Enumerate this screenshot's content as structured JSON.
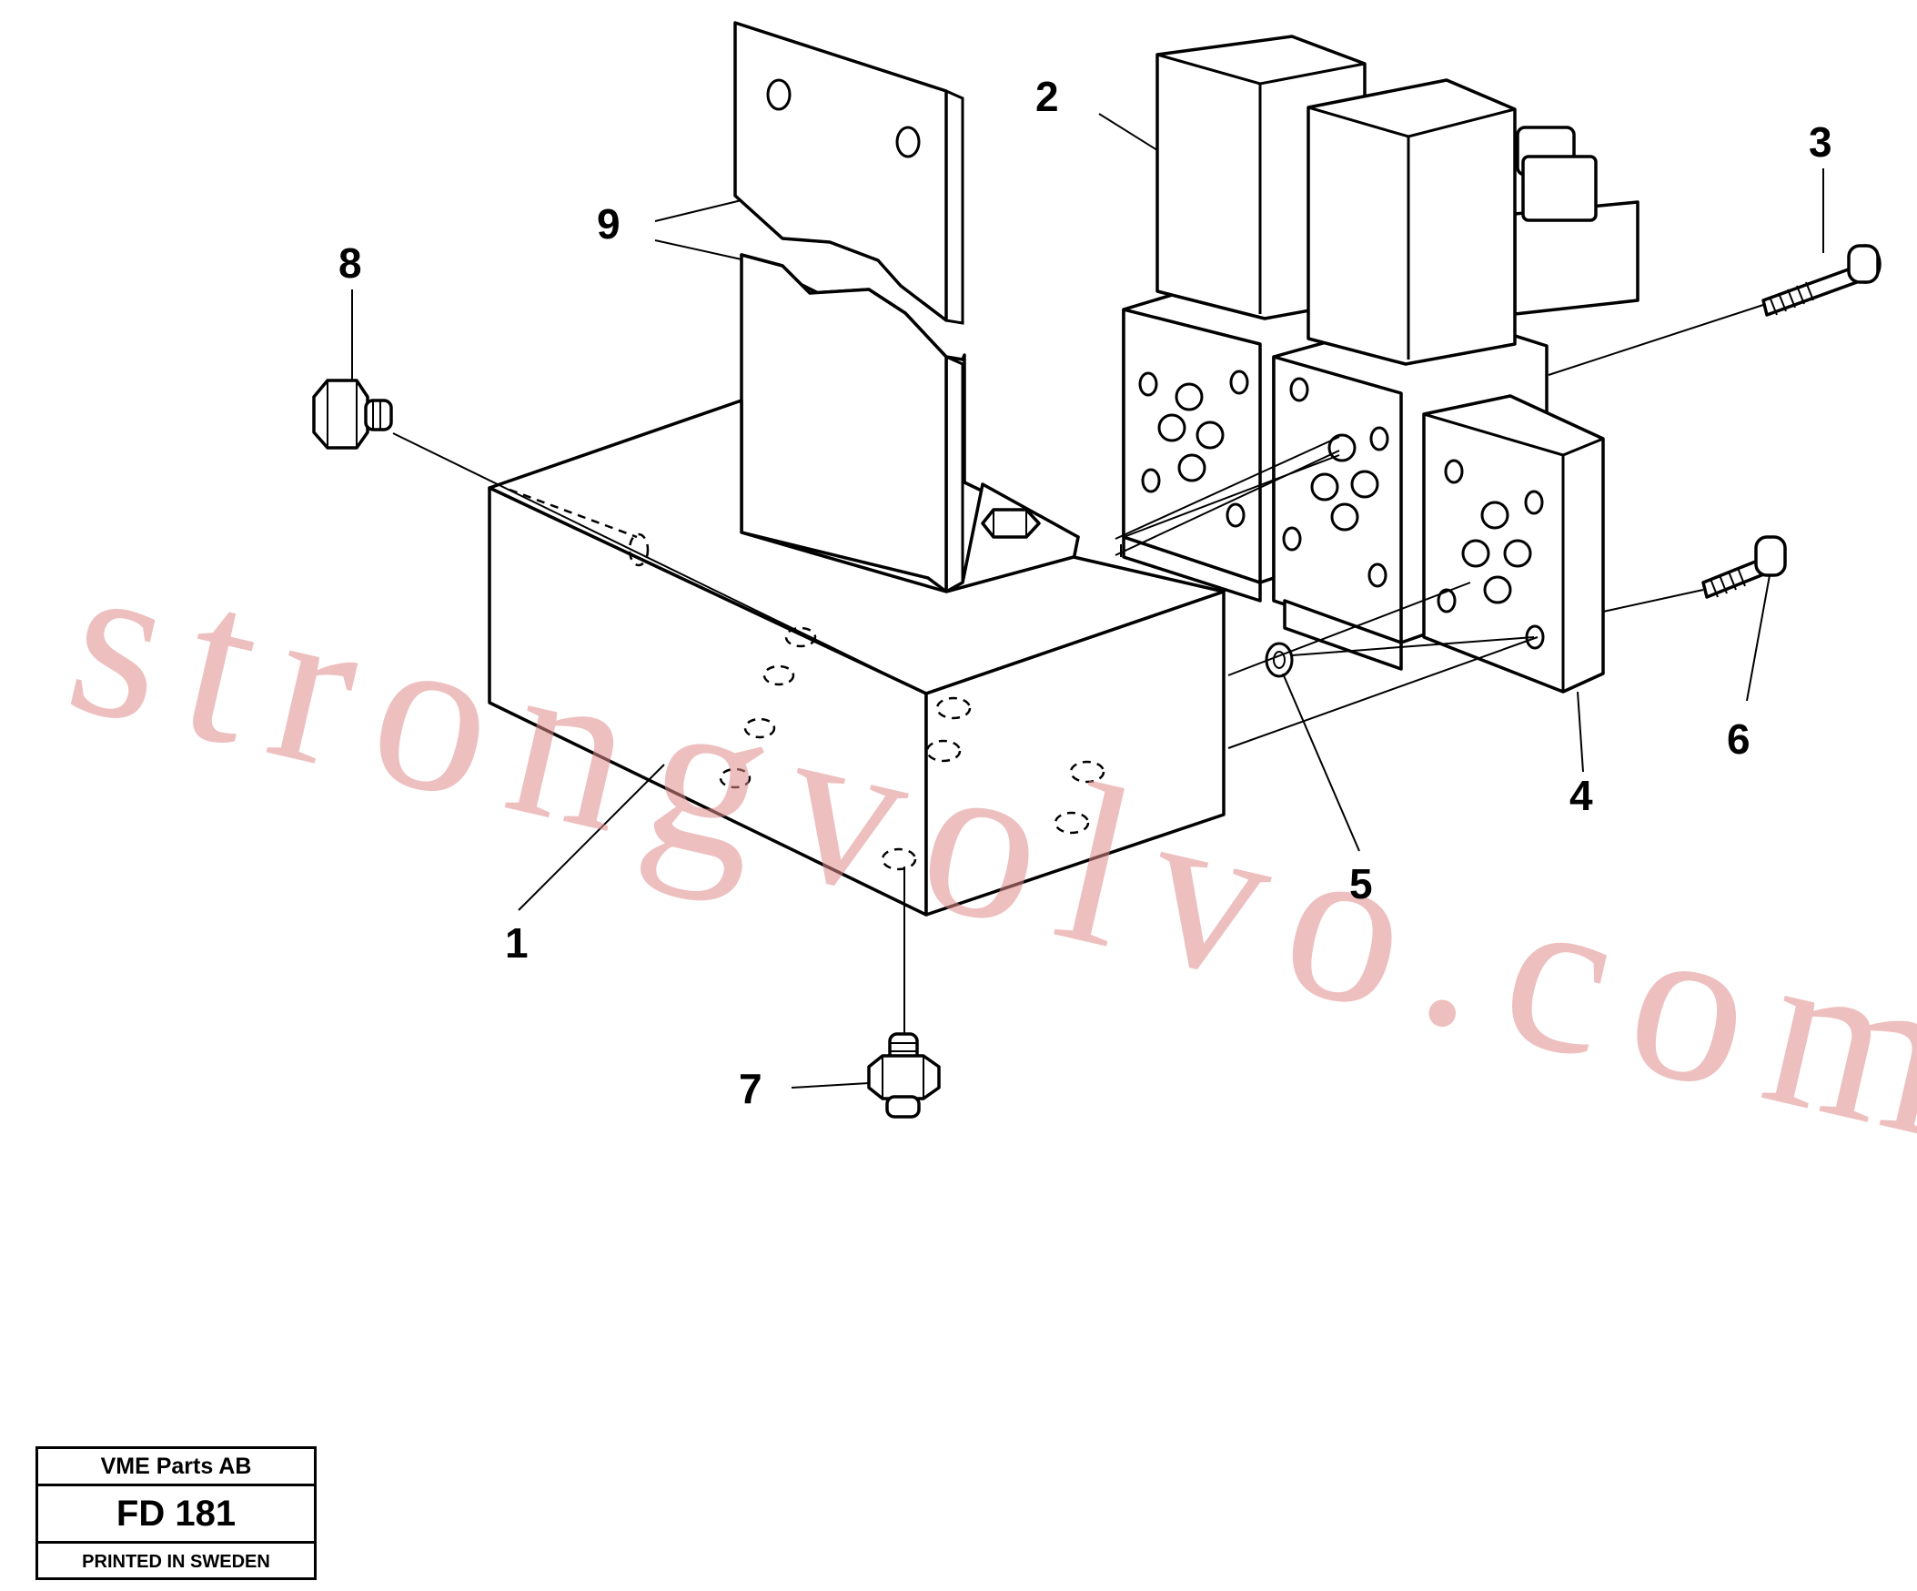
{
  "callouts": [
    "1",
    "2",
    "3",
    "4",
    "5",
    "6",
    "7",
    "8",
    "9"
  ],
  "watermark": "strongvolvo.com",
  "titleblock": {
    "company": "VME Parts AB",
    "code": "FD 181",
    "printed": "PRINTED IN SWEDEN"
  }
}
